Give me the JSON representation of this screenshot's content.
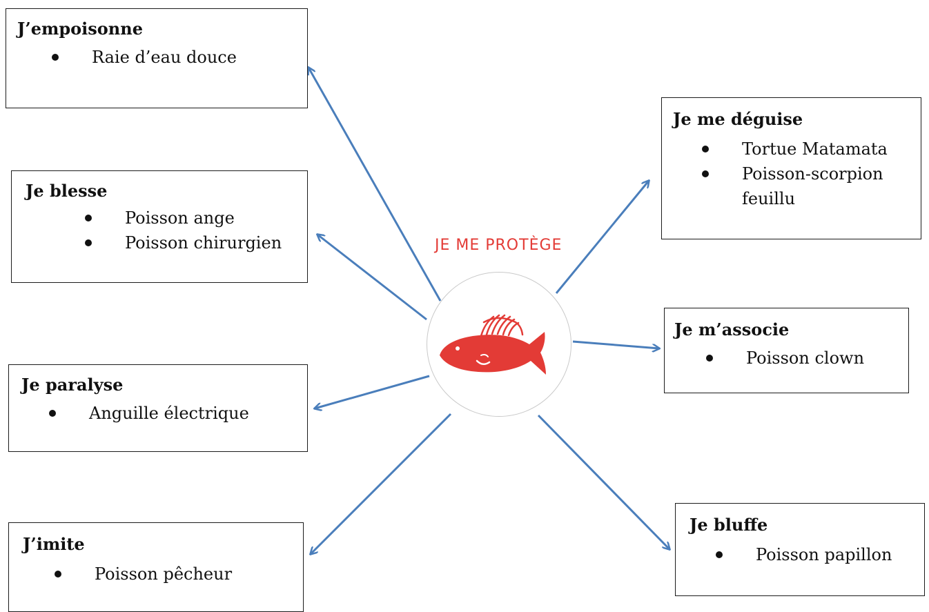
{
  "center": {
    "title": "JE ME PROTÈGE",
    "icon": "fish-icon",
    "icon_color": "#e33b36"
  },
  "arrow_color": "#4a7ebb",
  "boxes": {
    "empoisonne": {
      "title": "J’empoisonne",
      "items": [
        "Raie d’eau douce"
      ]
    },
    "blesse": {
      "title": "Je blesse",
      "items": [
        "Poisson ange",
        "Poisson chirurgien"
      ]
    },
    "paralyse": {
      "title": "Je paralyse",
      "items": [
        "Anguille électrique"
      ]
    },
    "imite": {
      "title": "J’imite",
      "items": [
        "Poisson pêcheur"
      ]
    },
    "deguise": {
      "title": "Je me déguise",
      "items": [
        "Tortue Matamata",
        "Poisson-scorpion feuillu"
      ]
    },
    "associe": {
      "title": "Je m’associe",
      "items": [
        "Poisson clown"
      ]
    },
    "bluffe": {
      "title": "Je bluffe",
      "items": [
        "Poisson papillon"
      ]
    }
  }
}
